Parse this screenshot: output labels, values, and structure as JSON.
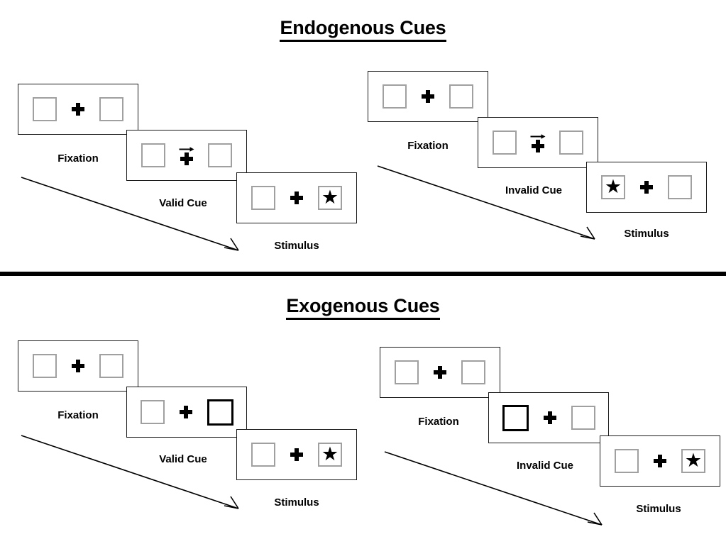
{
  "figure": {
    "title_endogenous": "Endogenous Cues",
    "title_exogenous": "Exogenous Cues",
    "accent_color": "#000000",
    "box_outline_color": "#a0a0a0",
    "panel_border_color": "#1a1a1a",
    "cued_box_color": "#000000"
  },
  "labels": {
    "fixation": "Fixation",
    "valid_cue": "Valid Cue",
    "invalid_cue": "Invalid Cue",
    "stimulus": "Stimulus"
  },
  "glyphs": {
    "star": "★",
    "plus": "✚",
    "arrow_right": "→"
  },
  "sections": [
    {
      "id": "endogenous",
      "title": "Endogenous Cues",
      "cue_type": "arrow",
      "sequences": [
        {
          "id": "endogenous-valid",
          "condition": "valid",
          "panels": [
            {
              "label": "Fixation",
              "left_box": "empty",
              "right_box": "empty",
              "cue": "none"
            },
            {
              "label": "Valid Cue",
              "left_box": "empty",
              "right_box": "empty",
              "cue": "arrow-right"
            },
            {
              "label": "Stimulus",
              "left_box": "empty",
              "right_box": "star",
              "cue": "none"
            }
          ]
        },
        {
          "id": "endogenous-invalid",
          "condition": "invalid",
          "panels": [
            {
              "label": "Fixation",
              "left_box": "empty",
              "right_box": "empty",
              "cue": "none"
            },
            {
              "label": "Invalid Cue",
              "left_box": "empty",
              "right_box": "empty",
              "cue": "arrow-right"
            },
            {
              "label": "Stimulus",
              "left_box": "star",
              "right_box": "empty",
              "cue": "none"
            }
          ]
        }
      ]
    },
    {
      "id": "exogenous",
      "title": "Exogenous Cues",
      "cue_type": "box-highlight",
      "sequences": [
        {
          "id": "exogenous-valid",
          "condition": "valid",
          "panels": [
            {
              "label": "Fixation",
              "left_box": "empty",
              "right_box": "empty",
              "cue": "none"
            },
            {
              "label": "Valid Cue",
              "left_box": "empty",
              "right_box": "cued",
              "cue": "right-box"
            },
            {
              "label": "Stimulus",
              "left_box": "empty",
              "right_box": "star",
              "cue": "none"
            }
          ]
        },
        {
          "id": "exogenous-invalid",
          "condition": "invalid",
          "panels": [
            {
              "label": "Fixation",
              "left_box": "empty",
              "right_box": "empty",
              "cue": "none"
            },
            {
              "label": "Invalid Cue",
              "left_box": "cued",
              "right_box": "empty",
              "cue": "left-box"
            },
            {
              "label": "Stimulus",
              "left_box": "empty",
              "right_box": "star",
              "cue": "none"
            }
          ]
        }
      ]
    }
  ]
}
